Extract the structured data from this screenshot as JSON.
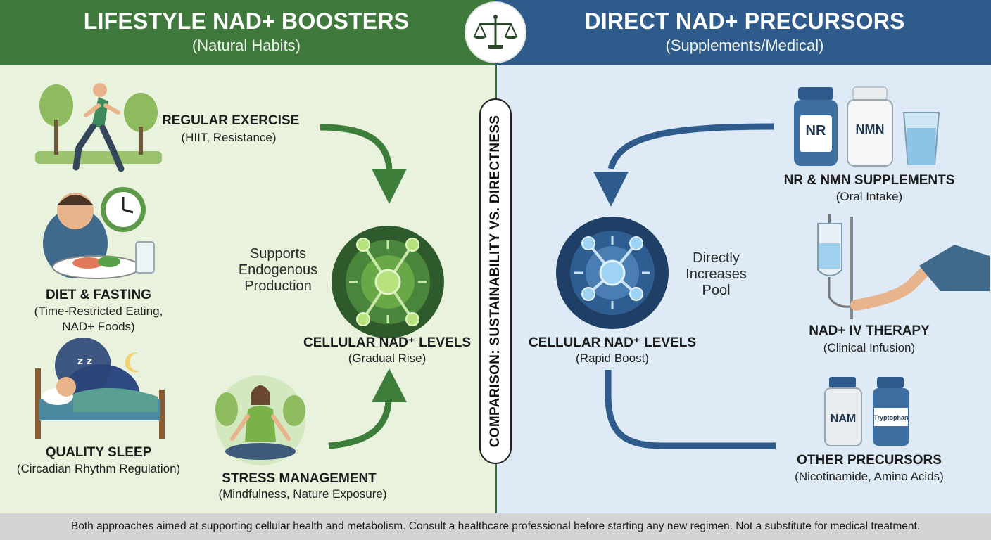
{
  "left": {
    "title": "LIFESTYLE NAD+ BOOSTERS",
    "subtitle": "(Natural Habits)",
    "items": [
      {
        "title": "REGULAR EXERCISE",
        "detail": "(HIIT, Resistance)"
      },
      {
        "title": "DIET & FASTING",
        "detail_line1": "(Time-Restricted Eating,",
        "detail_line2": "NAD+ Foods)"
      },
      {
        "title": "QUALITY SLEEP",
        "detail": "(Circadian Rhythm Regulation)"
      },
      {
        "title": "STRESS MANAGEMENT",
        "detail": "(Mindfulness, Nature Exposure)"
      }
    ],
    "mechanism": [
      "Supports",
      "Endogenous",
      "Production"
    ],
    "center_title": "CELLULAR NAD⁺ LEVELS",
    "center_sub": "(Gradual Rise)"
  },
  "right": {
    "title": "DIRECT NAD+ PRECURSORS",
    "subtitle": "(Supplements/Medical)",
    "items": [
      {
        "title": "NR & NMN SUPPLEMENTS",
        "detail": "(Oral Intake)",
        "bottle1": "NR",
        "bottle2": "NMN"
      },
      {
        "title": "NAD+ IV THERAPY",
        "detail": "(Clinical Infusion)"
      },
      {
        "title": "OTHER PRECURSORS",
        "detail": "(Nicotinamide, Amino Acids)",
        "bottle1": "NAM",
        "bottle2": "Tryptophan"
      }
    ],
    "mechanism": [
      "Directly",
      "Increases",
      "Pool"
    ],
    "center_title": "CELLULAR NAD⁺ LEVELS",
    "center_sub": "(Rapid Boost)"
  },
  "divider_label": "COMPARISON: SUSTAINABILITY VS. DIRECTNESS",
  "footer": "Both approaches aimed at supporting cellular health and metabolism. Consult a healthcare professional before starting any new regimen. Not a substitute for medical treatment.",
  "icons": [
    "balance-scale-icon",
    "runner-icon",
    "clock-icon",
    "moon-icon",
    "meditation-icon",
    "molecule-icon",
    "iv-bag-icon",
    "bottle-icon",
    "water-glass-icon"
  ],
  "colors": {
    "green_header": "#3f7a3c",
    "blue_header": "#2f5b8c",
    "green_panel": "#e9f2dc",
    "blue_panel": "#deebf6",
    "green_arrow": "#3d7d3a",
    "blue_arrow": "#2f5b8c"
  }
}
